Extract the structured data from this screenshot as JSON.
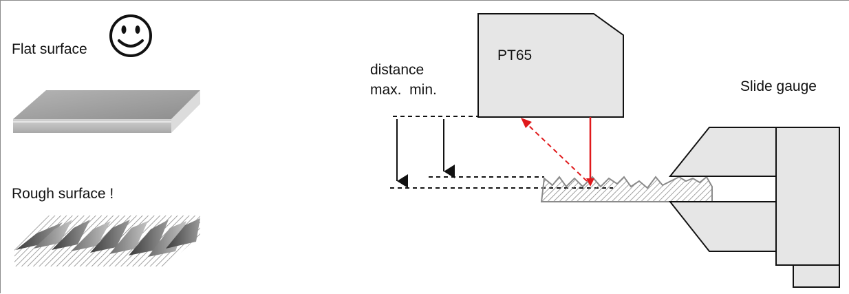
{
  "labels": {
    "flat_surface": "Flat surface",
    "rough_surface": "Rough surface !",
    "distance": "distance",
    "max_min": "max.  min.",
    "sensor": "PT65",
    "slide_gauge": "Slide gauge"
  },
  "icons": {
    "smiley": "smiley-face-icon"
  },
  "colors": {
    "laser_beam": "#e0191b",
    "outline": "#111111",
    "gauge_fill": "#e6e6e6",
    "plate_top": "#9a9a9a",
    "plate_edge": "#c8c8c8",
    "hatch": "#8a8a8a"
  }
}
